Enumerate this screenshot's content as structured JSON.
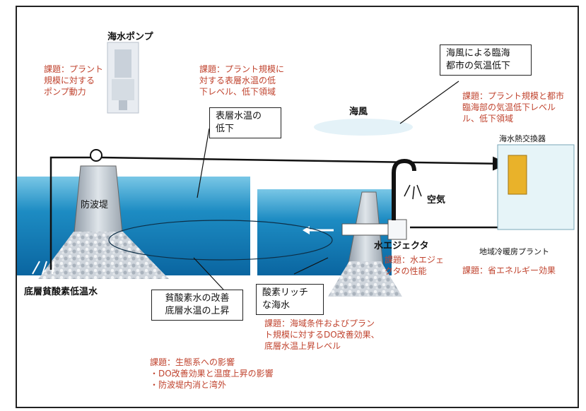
{
  "labels": {
    "pump_title": "海水ポンプ",
    "breakwater": "防波堤",
    "bottom_water": "底層貧酸素低温水",
    "air": "空気",
    "ejector": "水エジェクタ",
    "sea_breeze": "海風",
    "heat_exchanger": "海水熱交換器",
    "cooling_plant": "地域冷暖房プラント"
  },
  "callouts": {
    "sea_breeze_effect": [
      "海風による臨海",
      "都市の気温低下"
    ],
    "surface_temp": [
      "表層水温の",
      "低下"
    ],
    "oxygen_rich": [
      "酸素リッチ",
      "な海水"
    ],
    "anoxic_improve": [
      "貧酸素水の改善",
      "底層水温の上昇"
    ]
  },
  "issues": {
    "pump": [
      "課題：プラント",
      "規模に対する",
      "ポンプ動力"
    ],
    "surface": [
      "課題：プラント規模に",
      "対する表層水温の低",
      "下レベル、低下領域"
    ],
    "urban": [
      "課題：プラント規模と都市",
      "臨海部の気温低下レベル",
      "ル、低下領域"
    ],
    "ejector_perf": [
      "課題：水エジェ",
      "クタの性能"
    ],
    "energy": "課題：省エネルギー効果",
    "do_effect": [
      "課題：海域条件およびプラン",
      "ト規模に対するDO改善効果、",
      "底層水温上昇レベル"
    ],
    "ecosystem": [
      "課題：生態系への影響",
      "・DO改善効果と温度上昇の影響",
      "・防波堤内消と湾外"
    ]
  },
  "colors": {
    "sea_top": "#7fc8e6",
    "sea_bottom": "#0b6fa9",
    "issue_text": "#c0432e",
    "exchanger_bg": "#e6f4f8",
    "exchanger_core": "#e9b22a"
  }
}
